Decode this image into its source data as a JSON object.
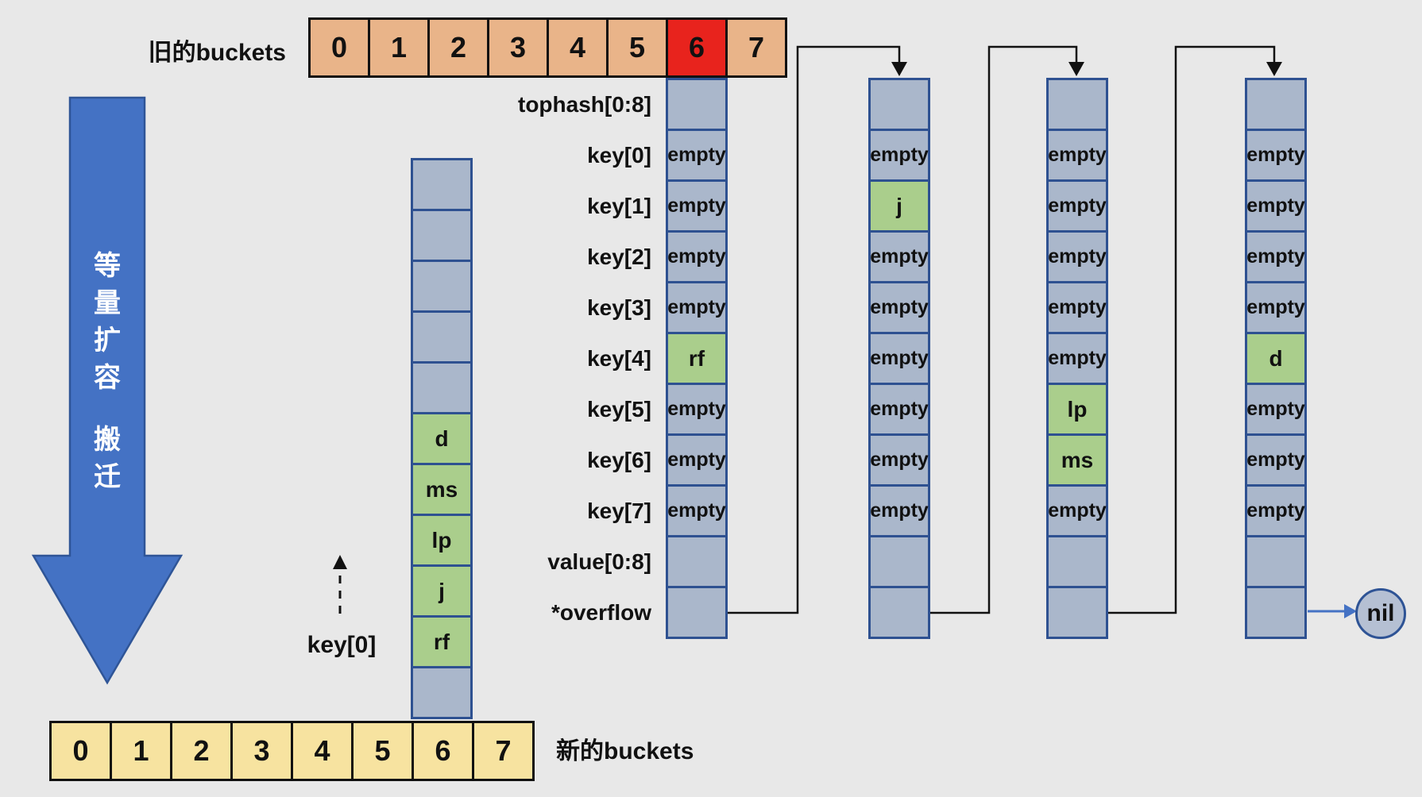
{
  "colors": {
    "background": "#e8e8e8",
    "old_bucket_fill": "#E9B489",
    "new_bucket_fill": "#F7E3A0",
    "highlight_red": "#E8231D",
    "cell_blue": "#AAB7CB",
    "cell_green": "#AACE8C",
    "cell_border_blue": "#2E5191",
    "big_arrow_blue": "#4472C4",
    "big_arrow_border": "#2F5597",
    "nil_fill": "#B5C0D3",
    "connector_black": "#111111"
  },
  "old_buckets": {
    "label": "旧的buckets",
    "cells": [
      "0",
      "1",
      "2",
      "3",
      "4",
      "5",
      "6",
      "7"
    ],
    "highlight_index": 6
  },
  "new_buckets": {
    "label": "新的buckets",
    "cells": [
      "0",
      "1",
      "2",
      "3",
      "4",
      "5",
      "6",
      "7"
    ],
    "highlight_index": 6
  },
  "struct_labels": [
    "tophash[0:8]",
    "key[0]",
    "key[1]",
    "key[2]",
    "key[3]",
    "key[4]",
    "key[5]",
    "key[6]",
    "key[7]",
    "value[0:8]",
    "*overflow"
  ],
  "overflow_buckets": [
    {
      "cells": [
        "",
        "empty",
        "empty",
        "empty",
        "empty",
        "rf",
        "empty",
        "empty",
        "empty",
        "",
        ""
      ]
    },
    {
      "cells": [
        "",
        "empty",
        "j",
        "empty",
        "empty",
        "empty",
        "empty",
        "empty",
        "empty",
        "",
        ""
      ]
    },
    {
      "cells": [
        "",
        "empty",
        "empty",
        "empty",
        "empty",
        "empty",
        "lp",
        "ms",
        "empty",
        "",
        ""
      ]
    },
    {
      "cells": [
        "",
        "empty",
        "empty",
        "empty",
        "empty",
        "d",
        "empty",
        "empty",
        "empty",
        "",
        ""
      ]
    }
  ],
  "new_bucket_column": {
    "cells": [
      "",
      "",
      "",
      "",
      "",
      "d",
      "ms",
      "lp",
      "j",
      "rf",
      ""
    ]
  },
  "big_arrow": {
    "chars": [
      "等",
      "量",
      "扩",
      "容",
      "搬",
      "迁"
    ]
  },
  "annotations": {
    "key0_pointer": "key[0]",
    "nil": "nil"
  }
}
